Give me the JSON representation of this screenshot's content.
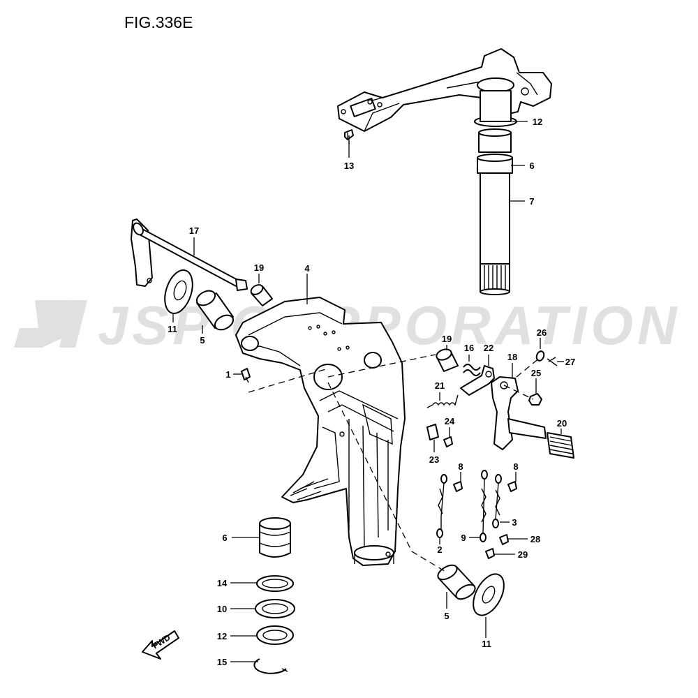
{
  "figure": {
    "title": "FIG.336E"
  },
  "watermark": {
    "text": "JSP CORPORATION"
  },
  "direction": {
    "label": "FWD"
  },
  "callouts": [
    {
      "num": "12"
    },
    {
      "num": "13"
    },
    {
      "num": "6"
    },
    {
      "num": "7"
    },
    {
      "num": "17"
    },
    {
      "num": "19"
    },
    {
      "num": "4"
    },
    {
      "num": "11"
    },
    {
      "num": "5"
    },
    {
      "num": "1"
    },
    {
      "num": "26"
    },
    {
      "num": "27"
    },
    {
      "num": "19"
    },
    {
      "num": "16"
    },
    {
      "num": "22"
    },
    {
      "num": "18"
    },
    {
      "num": "25"
    },
    {
      "num": "21"
    },
    {
      "num": "24"
    },
    {
      "num": "20"
    },
    {
      "num": "23"
    },
    {
      "num": "8"
    },
    {
      "num": "8"
    },
    {
      "num": "3"
    },
    {
      "num": "2"
    },
    {
      "num": "9"
    },
    {
      "num": "28"
    },
    {
      "num": "29"
    },
    {
      "num": "6"
    },
    {
      "num": "14"
    },
    {
      "num": "10"
    },
    {
      "num": "12"
    },
    {
      "num": "15"
    },
    {
      "num": "5"
    },
    {
      "num": "11"
    }
  ]
}
